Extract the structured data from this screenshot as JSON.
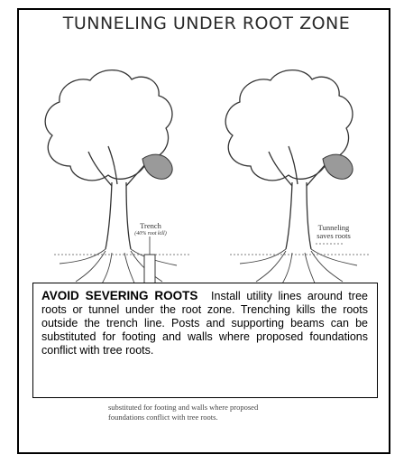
{
  "title": "TUNNELING UNDER ROOT ZONE",
  "labels": {
    "trench": "Trench",
    "trench_note": "(40% root kill)",
    "tunneling": "Tunneling",
    "tunneling_note": "saves roots"
  },
  "callout": {
    "heading": "AVOID SEVERING ROOTS",
    "body": "Install utility lines around tree roots or tunnel under the root zone. Trenching kills the roots outside the trench line. Posts and supporting beams can be substituted for footing and walls where proposed foundations conflict with tree roots."
  },
  "bottom_caption": {
    "line1": "substituted for footing and walls where proposed",
    "line2": "foundations conflict with tree roots."
  },
  "colors": {
    "shade": "#9a9a9a",
    "ink": "#333333"
  }
}
